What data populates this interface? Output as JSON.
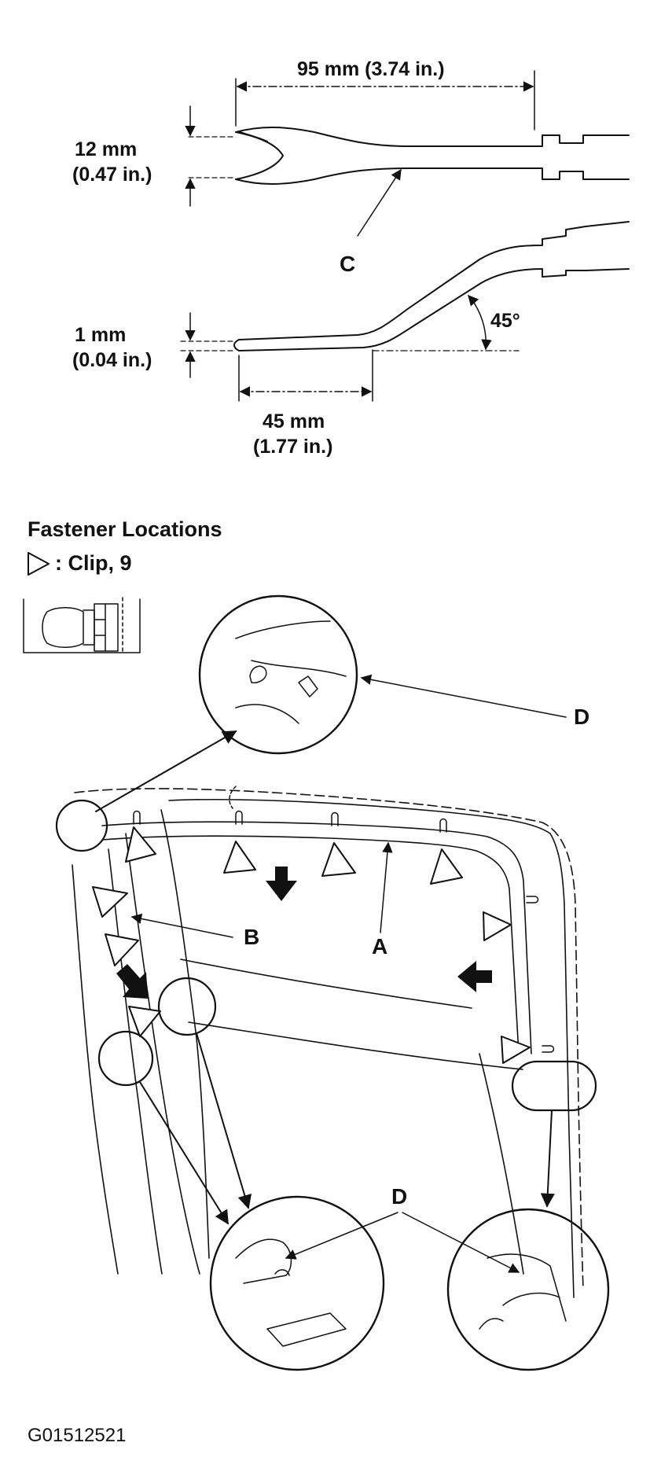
{
  "tool": {
    "length_label": "95 mm (3.74 in.)",
    "fork_gap_label_mm": "12 mm",
    "fork_gap_label_in": "(0.47 in.)",
    "tip_thickness_label_mm": "1 mm",
    "tip_thickness_label_in": "(0.04 in.)",
    "flat_length_label_mm": "45 mm",
    "flat_length_label_in": "(1.77 in.)",
    "bend_angle_label": "45°",
    "callout_c": "C"
  },
  "fasteners": {
    "heading": "Fastener Locations",
    "legend_text": ": Clip, 9",
    "callout_a": "A",
    "callout_b": "B",
    "callout_d_top": "D",
    "callout_d_bottom": "D"
  },
  "figure_id": "G01512521"
}
